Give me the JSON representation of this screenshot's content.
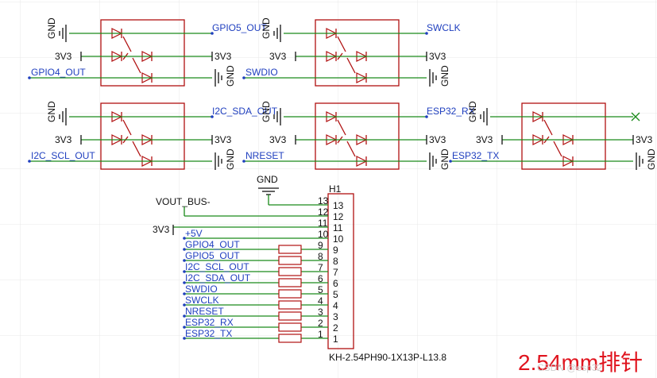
{
  "diagram": {
    "power": {
      "gnd": "GND",
      "v33": "3V3"
    },
    "tvs_blocks": [
      {
        "id": "d1",
        "out_label": "GPIO5_OUT",
        "in_label": "GPIO4_OUT"
      },
      {
        "id": "d2",
        "out_label": "SWCLK",
        "in_label": "SWDIO"
      },
      {
        "id": "d3",
        "out_label": "I2C_SDA_OUT",
        "in_label": "I2C_SCL_OUT"
      },
      {
        "id": "d4",
        "out_label": "ESP32_RX",
        "in_label": "NRESET"
      },
      {
        "id": "d5",
        "out_label": "",
        "in_label": "ESP32_TX"
      }
    ],
    "header": {
      "ref": "H1",
      "part": "KH-2.54PH90-1X13P-L13.8",
      "gnd_label": "GND",
      "vout_label": "VOUT_BUS-",
      "v33_label": "3V3",
      "p5v_label": "+5V",
      "pins": [
        {
          "num": "13",
          "net": ""
        },
        {
          "num": "12",
          "net": ""
        },
        {
          "num": "11",
          "net": ""
        },
        {
          "num": "10",
          "net": "+5V"
        },
        {
          "num": "9",
          "net": "GPIO4_OUT"
        },
        {
          "num": "8",
          "net": "GPIO5_OUT"
        },
        {
          "num": "7",
          "net": "I2C_SCL_OUT"
        },
        {
          "num": "6",
          "net": "I2C_SDA_OUT"
        },
        {
          "num": "5",
          "net": "SWDIO"
        },
        {
          "num": "4",
          "net": "SWCLK"
        },
        {
          "num": "3",
          "net": "NRESET"
        },
        {
          "num": "2",
          "net": "ESP32_RX"
        },
        {
          "num": "1",
          "net": "ESP32_TX"
        }
      ]
    },
    "annotation": "2.54mm排针",
    "watermark": "CSDN @esp32"
  },
  "colors": {
    "wire": "#1a8a1a",
    "part": "#b01010",
    "net": "#1f3fbf",
    "note": "#e0141e"
  }
}
